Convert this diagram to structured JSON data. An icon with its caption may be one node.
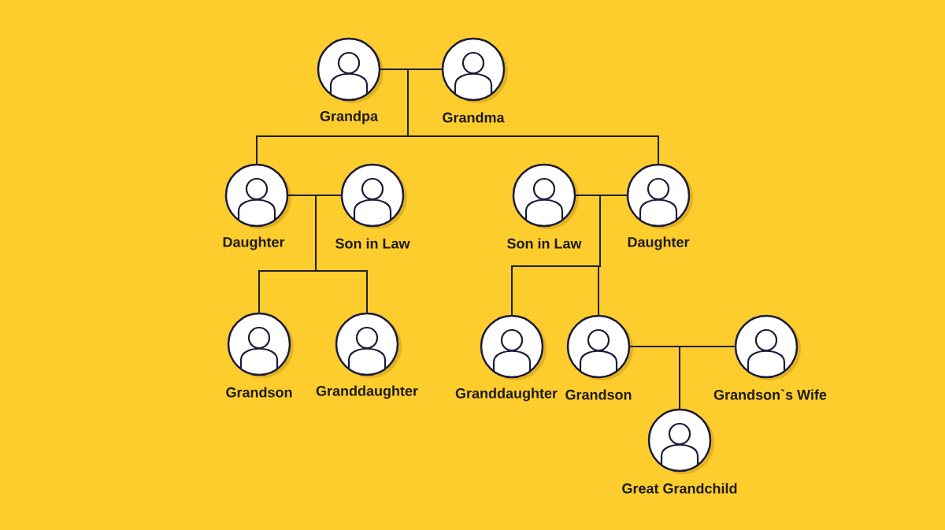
{
  "diagram": {
    "nodes": [
      {
        "text": [
          "Grandpa"
        ]
      },
      {
        "text": [
          "Grandma"
        ]
      },
      {
        "text": [
          "Daughter"
        ]
      },
      {
        "text": [
          "Son in Law"
        ]
      },
      {
        "text": [
          "Son in Law"
        ]
      },
      {
        "text": [
          "Daughter"
        ]
      },
      {
        "text": [
          "Grandson"
        ]
      },
      {
        "text": [
          "Granddaughter"
        ]
      },
      {
        "text": [
          "Granddaughter"
        ]
      },
      {
        "text": [
          "Grandson"
        ]
      },
      {
        "text": [
          "Grandson`s Wife"
        ]
      },
      {
        "text": [
          "Great Grandchild"
        ]
      }
    ],
    "edges": [
      {
        "from": 0,
        "to": 1,
        "arrow": "none"
      },
      {
        "from": 0,
        "to": 2,
        "arrow": "none"
      },
      {
        "from": 0,
        "to": 5,
        "arrow": "none"
      },
      {
        "from": 1,
        "to": 2,
        "arrow": "none"
      },
      {
        "from": 1,
        "to": 5,
        "arrow": "none"
      },
      {
        "from": 2,
        "to": 3,
        "arrow": "none"
      },
      {
        "from": 2,
        "to": 6,
        "arrow": "none"
      },
      {
        "from": 2,
        "to": 7,
        "arrow": "none"
      },
      {
        "from": 3,
        "to": 6,
        "arrow": "none"
      },
      {
        "from": 3,
        "to": 7,
        "arrow": "none"
      },
      {
        "from": 4,
        "to": 5,
        "arrow": "none"
      },
      {
        "from": 4,
        "to": 8,
        "arrow": "none"
      },
      {
        "from": 4,
        "to": 9,
        "arrow": "none"
      },
      {
        "from": 5,
        "to": 8,
        "arrow": "none"
      },
      {
        "from": 5,
        "to": 9,
        "arrow": "none"
      },
      {
        "from": 9,
        "to": 10,
        "arrow": "none"
      },
      {
        "from": 9,
        "to": 11,
        "arrow": "none"
      },
      {
        "from": 10,
        "to": 11,
        "arrow": "none"
      }
    ]
  }
}
